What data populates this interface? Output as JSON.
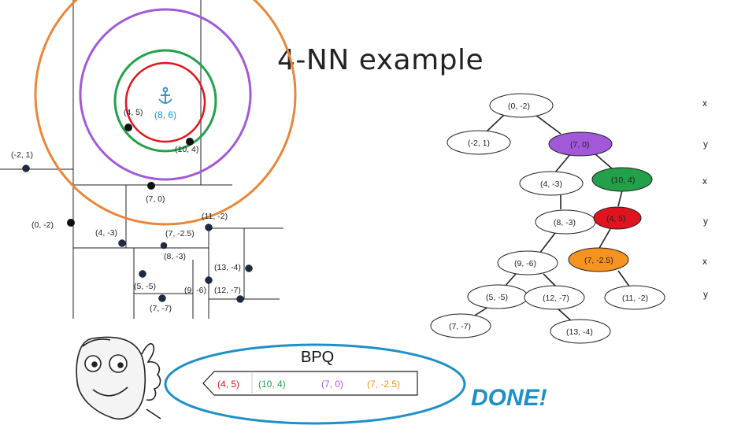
{
  "title": "4-NN example",
  "target_point": "(8, 6)",
  "plane_points": [
    {
      "label": "(4, 5)"
    },
    {
      "label": "(10, 4)"
    },
    {
      "label": "(-2, 1)"
    },
    {
      "label": "(7, 0)"
    },
    {
      "label": "(0, -2)"
    },
    {
      "label": "(4, -3)"
    },
    {
      "label": "(11, -2)"
    },
    {
      "label": "(7, -2.5)"
    },
    {
      "label": "(8, -3)"
    },
    {
      "label": "(13, -4)"
    },
    {
      "label": "(5, -5)"
    },
    {
      "label": "(9, -6)"
    },
    {
      "label": "(12, -7)"
    },
    {
      "label": "(7, -7)"
    }
  ],
  "tree_nodes": [
    {
      "label": "(0, -2)",
      "fill": "#ffffff"
    },
    {
      "label": "(-2, 1)",
      "fill": "#ffffff"
    },
    {
      "label": "(7, 0)",
      "fill": "#a259d9"
    },
    {
      "label": "(4, -3)",
      "fill": "#ffffff"
    },
    {
      "label": "(10, 4)",
      "fill": "#22a14a"
    },
    {
      "label": "(8, -3)",
      "fill": "#ffffff"
    },
    {
      "label": "(4, 5)",
      "fill": "#e0141e"
    },
    {
      "label": "(9, -6)",
      "fill": "#ffffff"
    },
    {
      "label": "(7, -2.5)",
      "fill": "#f79420"
    },
    {
      "label": "(5, -5)",
      "fill": "#ffffff"
    },
    {
      "label": "(12, -7)",
      "fill": "#ffffff"
    },
    {
      "label": "(11, -2)",
      "fill": "#ffffff"
    },
    {
      "label": "(7, -7)",
      "fill": "#ffffff"
    },
    {
      "label": "(13, -4)",
      "fill": "#ffffff"
    }
  ],
  "axis_labels": [
    "x",
    "y",
    "x",
    "y",
    "x",
    "y"
  ],
  "bpq": {
    "title": "BPQ",
    "items": [
      {
        "label": "(4, 5)",
        "color": "#e0141e"
      },
      {
        "label": "(10, 4)",
        "color": "#22a14a"
      },
      {
        "label": "(7, 0)",
        "color": "#a259d9"
      },
      {
        "label": "(7, -2.5)",
        "color": "#f79420"
      }
    ]
  },
  "done_text": "DONE!",
  "colors": {
    "red": "#e0141e",
    "green": "#22a14a",
    "purple": "#a259d9",
    "orange": "#e8873a",
    "blue": "#1e90c8"
  }
}
